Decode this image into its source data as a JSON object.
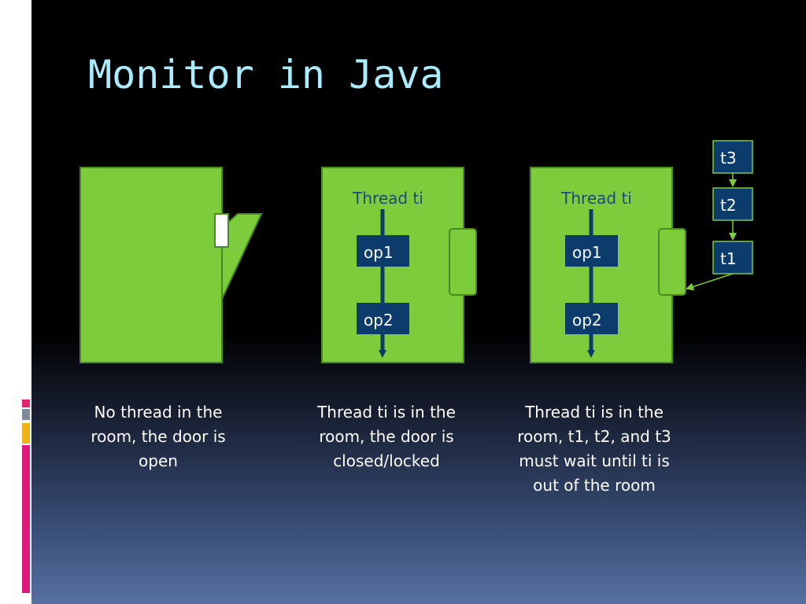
{
  "slide": {
    "title": "Monitor in Java"
  },
  "panels": [
    {
      "caption": "No thread in the room, the door is open"
    },
    {
      "thread_label": "Thread ti",
      "op1": "op1",
      "op2": "op2",
      "caption": "Thread ti is in the room, the door is closed/locked"
    },
    {
      "thread_label": "Thread ti",
      "op1": "op1",
      "op2": "op2",
      "caption": "Thread ti is in the room, t1, t2, and t3 must wait until ti is out of the room"
    }
  ],
  "queue": [
    "t3",
    "t2",
    "t1"
  ],
  "colors": {
    "room": "#7ccc3c",
    "room_border": "#4a8a22",
    "op_box": "#0c3c6c",
    "arrow": "#0d3c68",
    "thread_label": "#1f4a7a",
    "title": "#a9ecfd",
    "accent_red": "#e1226d",
    "accent_grey": "#7c8a9a",
    "accent_yellow": "#f0b214",
    "accent_pink": "#e0187c"
  }
}
